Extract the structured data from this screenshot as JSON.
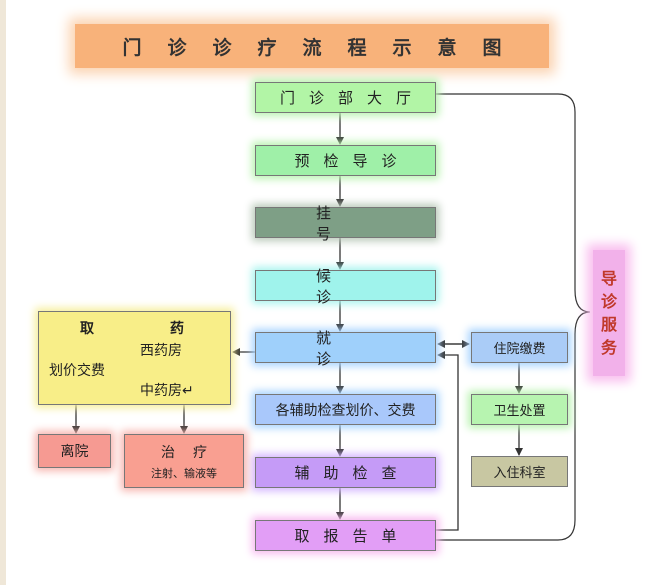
{
  "title": "门诊诊疗流程示意图",
  "main_flow": {
    "hall": "门诊部大厅",
    "pre_check": "预检导诊",
    "register": "挂 号",
    "wait": "候 诊",
    "visit": "就 诊",
    "pay_exam": "各辅助检查划价、交费",
    "exam": "辅助检查",
    "report": "取报告单"
  },
  "inpatient": {
    "pay": "住院缴费",
    "health": "卫生处置",
    "ward": "入住科室"
  },
  "guide_service": [
    "导",
    "诊",
    "服",
    "务"
  ],
  "pharmacy": {
    "title_a": "取",
    "title_b": "药",
    "pricing": "划价交费",
    "west": "西药房",
    "chinese": "中药房↵"
  },
  "leave": "离院",
  "treatment": {
    "main": "治疗",
    "sub": "注射、输液等"
  },
  "colors": {
    "title": "#f8b27a",
    "arrow": "#333333",
    "pharmacy_arrow": "#8a7a12",
    "guide_text": "#c0392b"
  }
}
